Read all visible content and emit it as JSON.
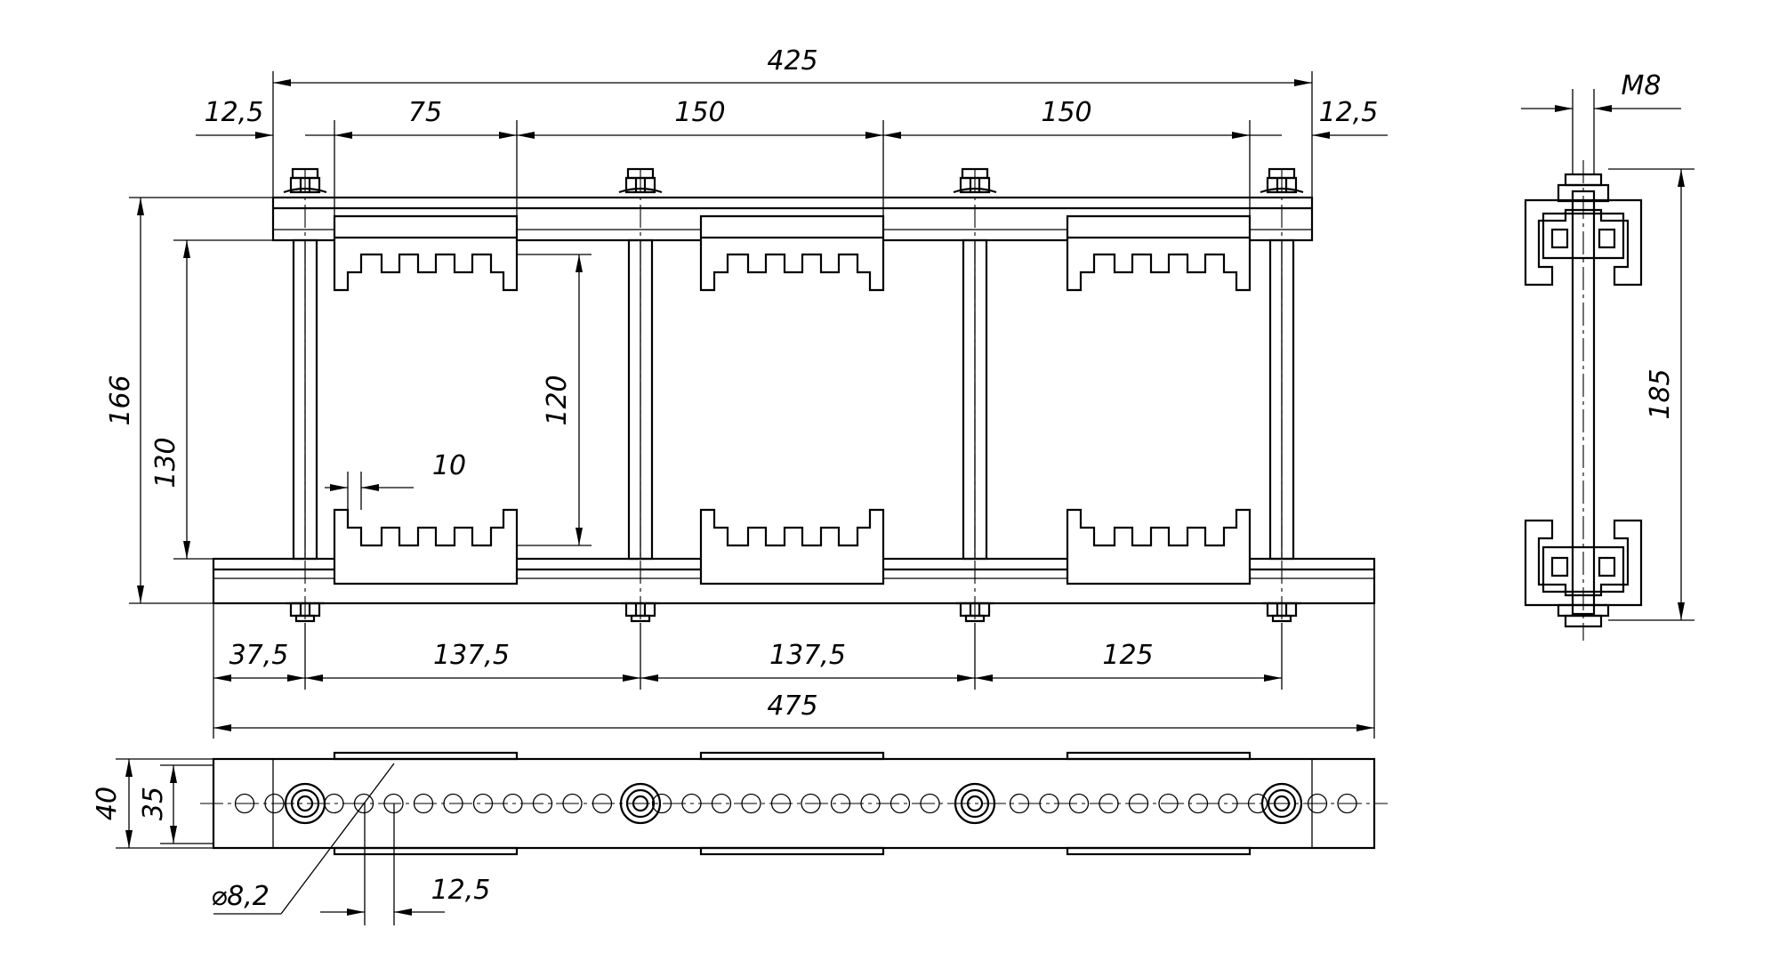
{
  "colors": {
    "line": "#000000",
    "background": "#ffffff"
  },
  "dimensions": {
    "d425": "425",
    "d12_5_left": "12,5",
    "d75": "75",
    "d150_a": "150",
    "d150_b": "150",
    "d12_5_right": "12,5",
    "d166": "166",
    "d130": "130",
    "d120": "120",
    "d10": "10",
    "d37_5": "37,5",
    "d137_5_a": "137,5",
    "d137_5_b": "137,5",
    "d125": "125",
    "d475": "475",
    "d40": "40",
    "d35": "35",
    "d8_2": "⌀8,2",
    "d12_5_bottom": "12,5",
    "dM8": "M8",
    "d185": "185"
  }
}
